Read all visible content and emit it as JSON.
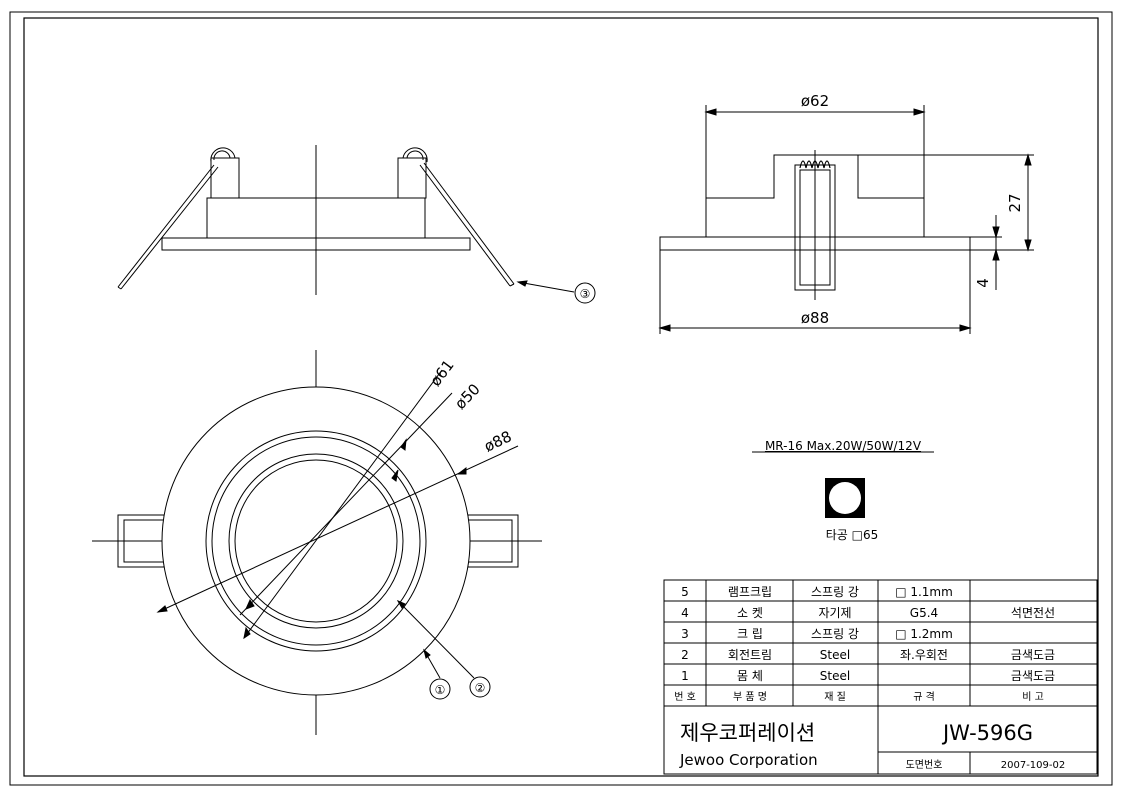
{
  "side_view": {
    "callout": "③"
  },
  "top_view": {
    "dims": {
      "d61": "ø61",
      "d50": "ø50",
      "d88": "ø88"
    },
    "callouts": {
      "c1": "①",
      "c2": "②"
    }
  },
  "right_view": {
    "dims": {
      "top_width": "ø62",
      "bottom_width": "ø88",
      "height": "27",
      "rim": "4"
    }
  },
  "spec": {
    "lamp": "MR-16 Max.20W/50W/12V",
    "cutout": "타공 □65"
  },
  "parts_table": {
    "rows": [
      {
        "no": "5",
        "name": "램프크립",
        "material": "스프링 강",
        "spec": "□ 1.1mm",
        "note": ""
      },
      {
        "no": "4",
        "name": "소  켓",
        "material": "자기제",
        "spec": "G5.4",
        "note": "석면전선"
      },
      {
        "no": "3",
        "name": "크  립",
        "material": "스프링 강",
        "spec": "□ 1.2mm",
        "note": ""
      },
      {
        "no": "2",
        "name": "회전트림",
        "material": "Steel",
        "spec": "좌.우회전",
        "note": "금색도금"
      },
      {
        "no": "1",
        "name": "몸  체",
        "material": "Steel",
        "spec": "",
        "note": "금색도금"
      }
    ],
    "header": {
      "no": "번 호",
      "name": "부 품 명",
      "material": "재 질",
      "spec": "규 격",
      "note": "비  고"
    }
  },
  "title_block": {
    "company_kr": "제우코퍼레이션",
    "company_en": "Jewoo Corporation",
    "model": "JW-596G",
    "drawing_no_label": "도면번호",
    "drawing_no": "2007-109-02"
  }
}
